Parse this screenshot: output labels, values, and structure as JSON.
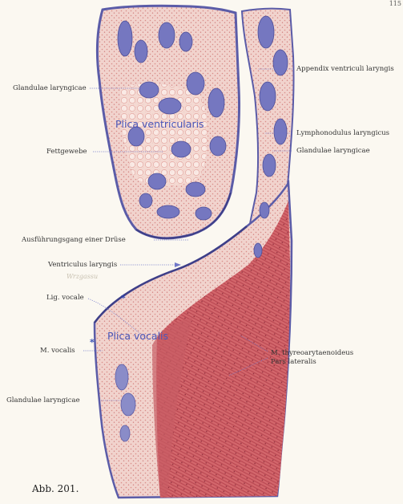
{
  "page_number": "115",
  "caption": "Abb. 201.",
  "pencil_note": "Wrzgassu",
  "colors": {
    "background": "#fbf8f1",
    "epithelium": "#5b5ca8",
    "gland": "#6d6fb8",
    "stroma": "#e6a9a4",
    "muscle": "#c9565c",
    "leader": "#7077c8"
  },
  "in_figure_text": {
    "plica_ventricularis": "Plica ventricularis",
    "plica_vocalis": "Plica vocalis",
    "star_upper": "*",
    "star_lower": "*"
  },
  "labels_left": [
    {
      "id": "glandulae-laryngicae-1",
      "text": "Glandulae laryngicae"
    },
    {
      "id": "fettgewebe",
      "text": "Fettgewebe"
    },
    {
      "id": "ausfuhrungsgang",
      "text": "Ausführungsgang einer Drüse"
    },
    {
      "id": "ventriculus-laryngis",
      "text": "Ventriculus laryngis"
    },
    {
      "id": "lig-vocale",
      "text": "Lig. vocale"
    },
    {
      "id": "m-vocalis",
      "text": "M. vocalis"
    },
    {
      "id": "glandulae-laryngicae-2",
      "text": "Glandulae laryngicae"
    }
  ],
  "labels_right": [
    {
      "id": "appendix-ventriculi",
      "text": "Appendix ventriculi laryngis"
    },
    {
      "id": "lymphonodulus",
      "text": "Lymphonodulus laryngicus"
    },
    {
      "id": "glandulae-laryngicae-r",
      "text": "Glandulae laryngicae"
    },
    {
      "id": "m-thyreoarytaenoideus",
      "text": "M. thyreoarytaenoideus"
    },
    {
      "id": "pars-lateralis",
      "text": "Pars lateralis"
    }
  ]
}
